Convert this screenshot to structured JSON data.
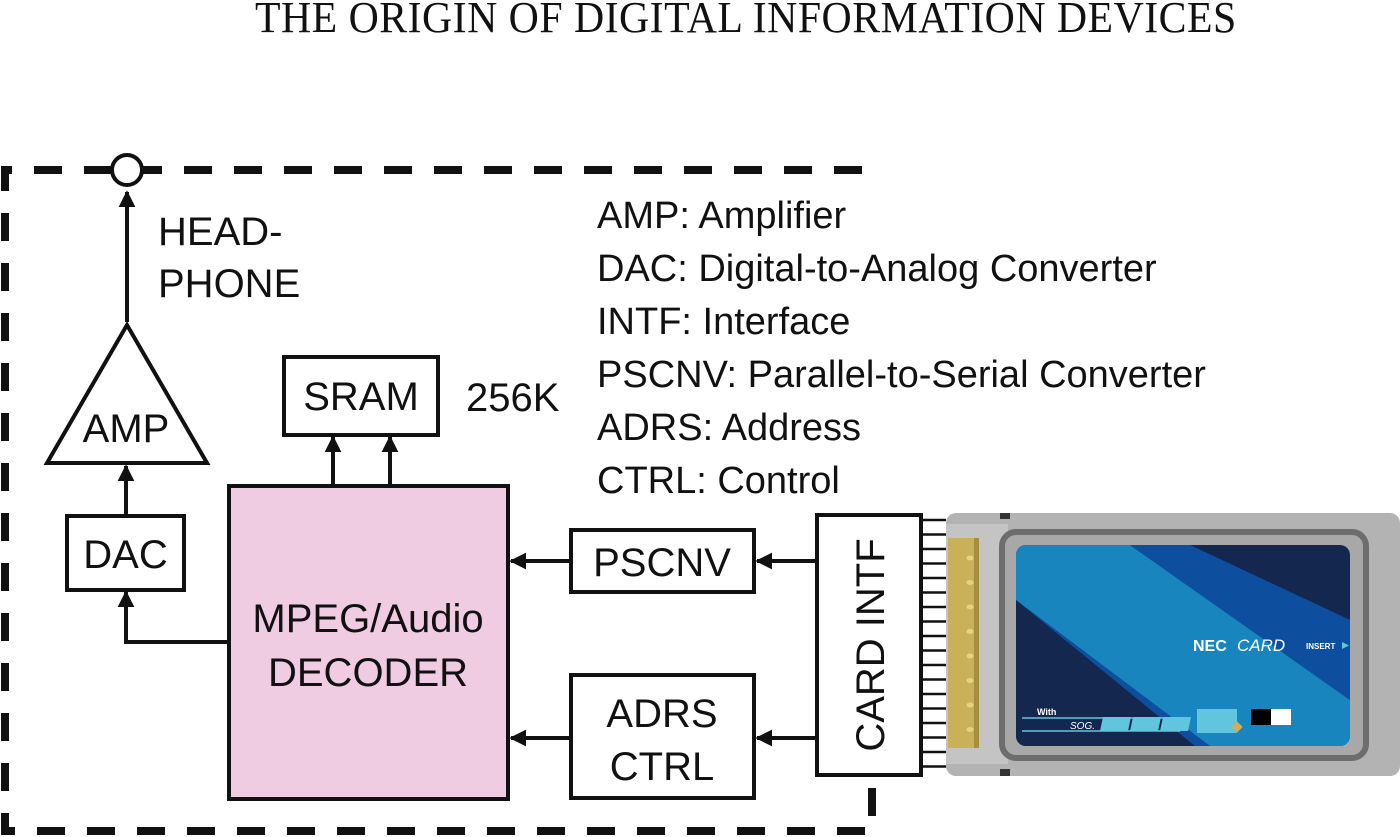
{
  "page": {
    "title": "THE ORIGIN OF DIGITAL INFORMATION DEVICES"
  },
  "diagram": {
    "blocks": {
      "amp": "AMP",
      "dac": "DAC",
      "sram": "SRAM",
      "sram_size": "256K",
      "decoder_line1": "MPEG/Audio",
      "decoder_line2": "DECODER",
      "pscnv": "PSCNV",
      "adrs_line1": "ADRS",
      "adrs_line2": "CTRL",
      "card_intf": "CARD INTF",
      "headphone_line1": "HEAD-",
      "headphone_line2": "PHONE"
    },
    "legend": [
      "AMP: Amplifier",
      "DAC: Digital-to-Analog Converter",
      "INTF: Interface",
      "PSCNV: Parallel-to-Serial Converter",
      "ADRS: Address",
      "CTRL: Control"
    ],
    "card": {
      "brand": "NEC",
      "label": "CARD",
      "insert": "INSERT",
      "small_label": "With",
      "small_code": "SOG."
    },
    "colors": {
      "decoder_fill": "#f0cce2",
      "card_body": "#b3b3b3",
      "card_frame": "#6d6d6d",
      "card_dark": "#14284f",
      "card_mid": "#0d4f9e",
      "card_light": "#1985bf",
      "card_stripe": "#62c5de",
      "gold": "#c9b059"
    }
  }
}
